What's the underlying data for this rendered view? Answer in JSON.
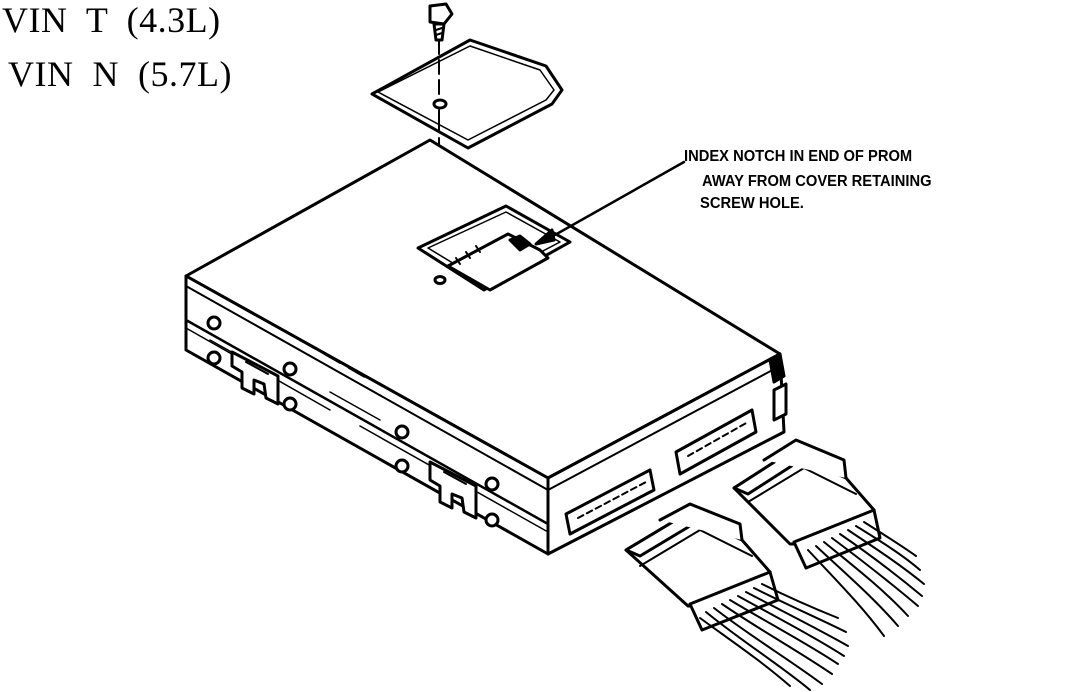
{
  "labels": {
    "vin_t": "VIN  T  (4.3L)",
    "vin_n": "VIN  N  (5.7L)"
  },
  "callout": {
    "line_1": "INDEX NOTCH IN END OF PROM",
    "line_2": "AWAY FROM COVER RETAINING",
    "line_3": "SCREW HOLE."
  },
  "colors": {
    "ink": "#000000",
    "paper": "#ffffff"
  }
}
